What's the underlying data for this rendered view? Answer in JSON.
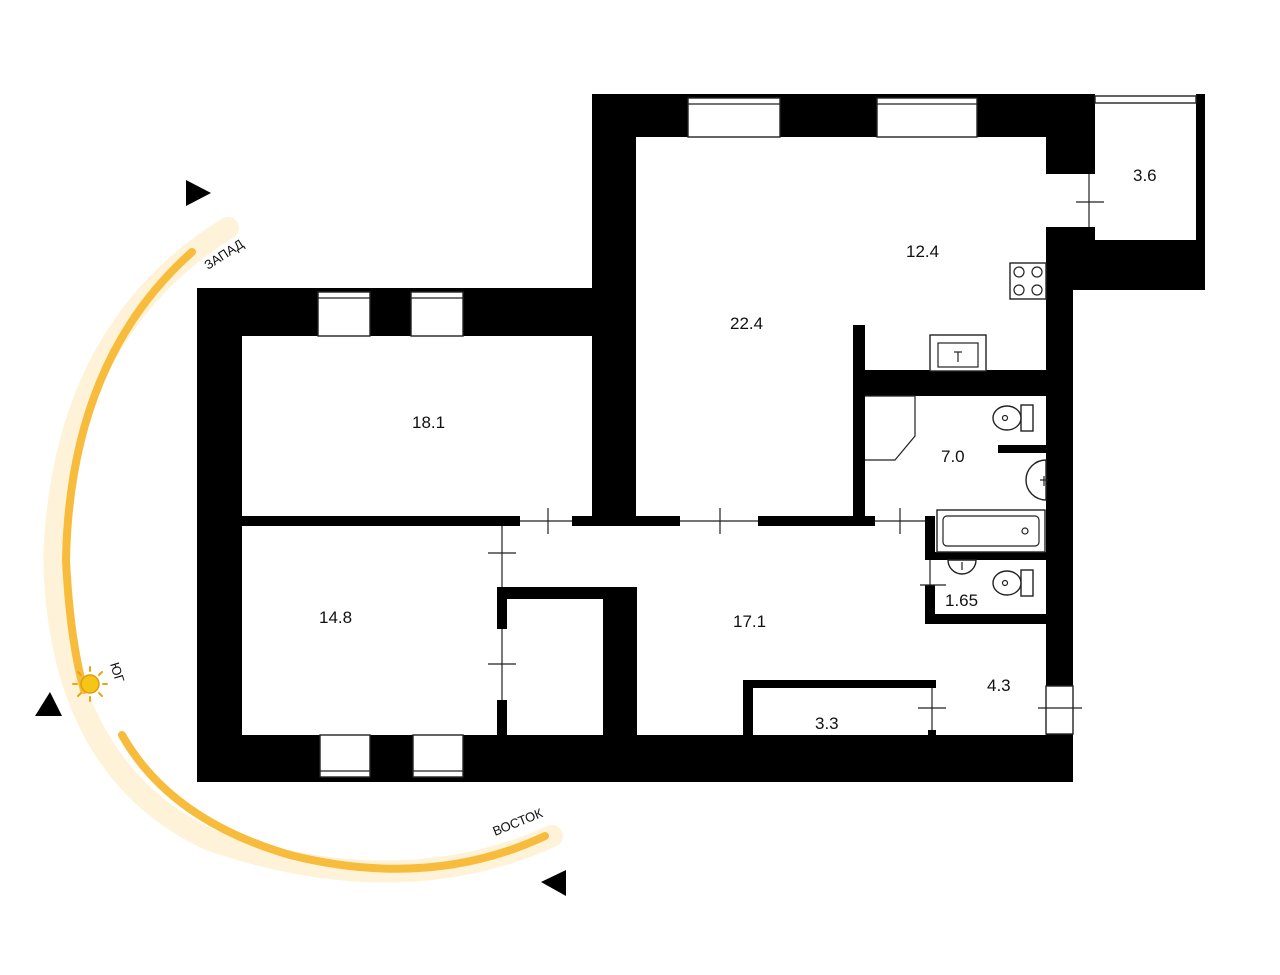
{
  "rooms": {
    "living_22": "22.4",
    "kitchen_12": "12.4",
    "balcony_3_6": "3.6",
    "bedroom_18": "18.1",
    "bathroom_7": "7.0",
    "bedroom_14": "14.8",
    "hall_17": "17.1",
    "wc_1_65": "1.65",
    "hall_4_3": "4.3",
    "storage_3_3": "3.3"
  },
  "compass": {
    "west": "ЗАПАД",
    "south": "ЮГ",
    "east": "ВОСТОК"
  },
  "colors": {
    "wall": "#000000",
    "sun_arc": "#f7b731",
    "sun": "#f5c518"
  },
  "icons": [
    "sun-icon",
    "arrow-icon",
    "stove-icon",
    "sink-icon",
    "toilet-icon",
    "bathtub-icon"
  ]
}
